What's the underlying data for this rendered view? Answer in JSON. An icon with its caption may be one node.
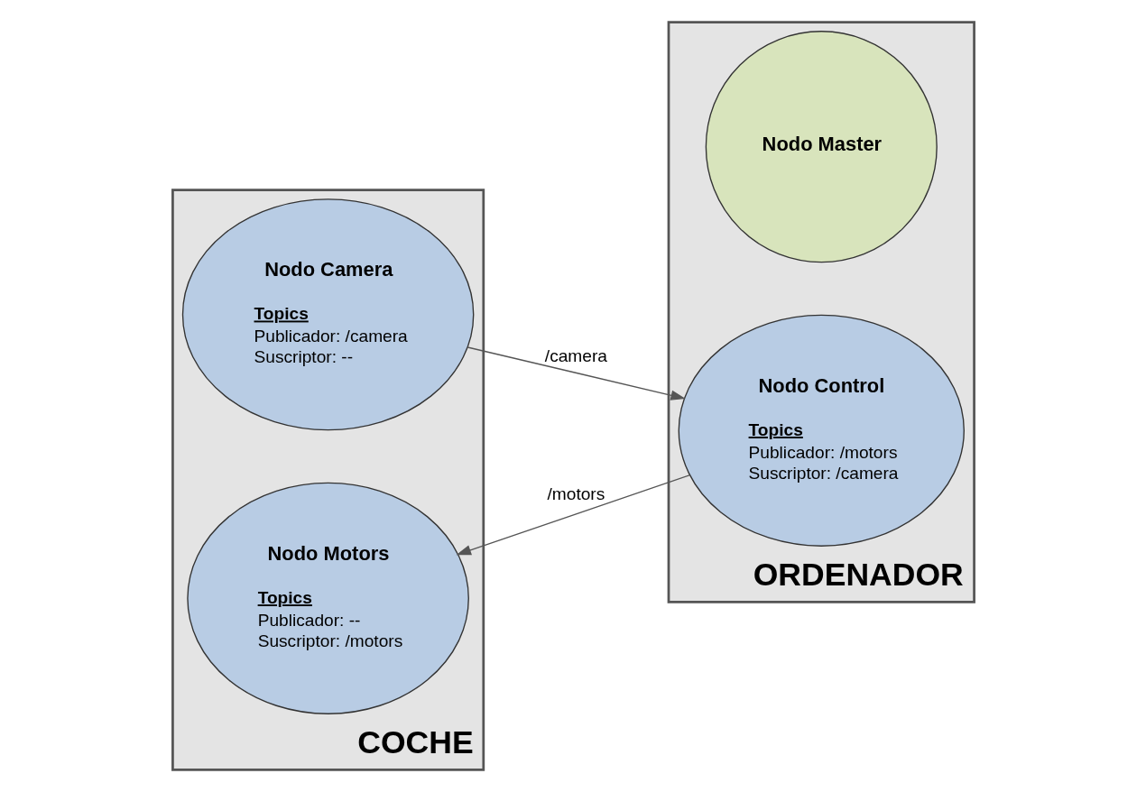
{
  "diagram": {
    "nodes": [
      {
        "text": [
          "COCHE"
        ]
      },
      {
        "text": [
          "Nodo Motors",
          "Topics",
          "Publicador: --",
          "Suscriptor: /motors"
        ],
        "in": 0
      },
      {
        "text": [
          "Nodo Camera",
          "Topics",
          "Publicador: /camera",
          "Suscriptor: --"
        ],
        "in": 0
      },
      {
        "text": [
          "ORDENADOR"
        ]
      },
      {
        "text": [
          "Nodo Master"
        ],
        "in": 3
      },
      {
        "text": [
          "Nodo Control",
          "Topics",
          "Publicador: /motors",
          "Suscriptor: /camera"
        ],
        "in": 3
      }
    ],
    "edges": [
      {
        "from": 5,
        "to": 1,
        "arrow": "to",
        "label": "/motors"
      },
      {
        "from": 2,
        "to": 5,
        "arrow": "to",
        "label": "/camera"
      }
    ]
  }
}
